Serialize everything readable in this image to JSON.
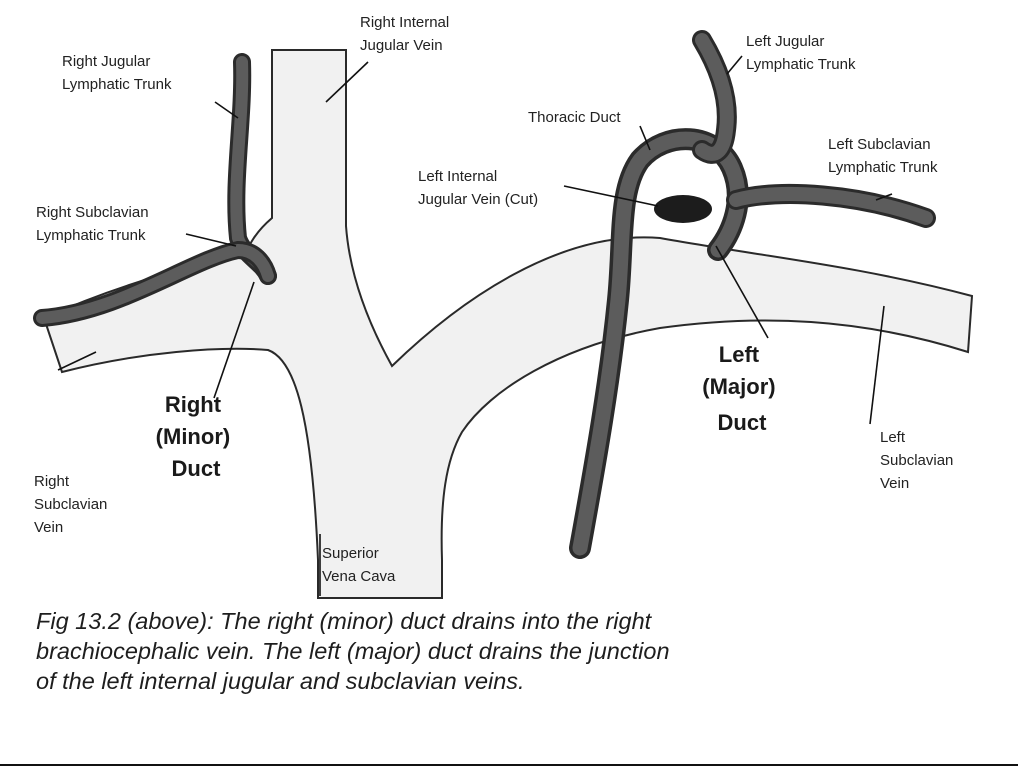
{
  "figure": {
    "labels": {
      "right_internal_jugular_vein": [
        "Right Internal",
        "Jugular Vein"
      ],
      "right_jugular_lymphatic_trunk": [
        "Right Jugular",
        "Lymphatic Trunk"
      ],
      "right_subclavian_lymphatic_trunk": [
        "Right Subclavian",
        "Lymphatic Trunk"
      ],
      "right_subclavian_vein": [
        "Right",
        "Subclavian",
        "Vein"
      ],
      "right_minor_duct": [
        "Right",
        "(Minor)",
        "Duct"
      ],
      "superior_vena_cava": [
        "Superior",
        "Vena Cava"
      ],
      "left_jugular_lymphatic_trunk": [
        "Left Jugular",
        "Lymphatic Trunk"
      ],
      "thoracic_duct": [
        "Thoracic Duct"
      ],
      "left_internal_jugular_vein_cut": [
        "Left Internal",
        "Jugular Vein (Cut)"
      ],
      "left_subclavian_lymphatic_trunk": [
        "Left Subclavian",
        "Lymphatic Trunk"
      ],
      "left_major_duct": [
        "Left",
        "(Major)",
        "Duct"
      ],
      "left_subclavian_vein": [
        "Left",
        "Subclavian",
        "Vein"
      ]
    }
  },
  "caption": {
    "lines": [
      "Fig 13.2 (above): The right (minor) duct drains into the right",
      "brachiocephalic vein. The left (major) duct drains the junction",
      "of the left internal jugular and subclavian veins."
    ]
  },
  "colors": {
    "vein_fill": "#f1f1f1",
    "outline": "#2a2a2a",
    "lymphatic": "#5c5c5c",
    "cut_vein": "#1c1c1c"
  }
}
